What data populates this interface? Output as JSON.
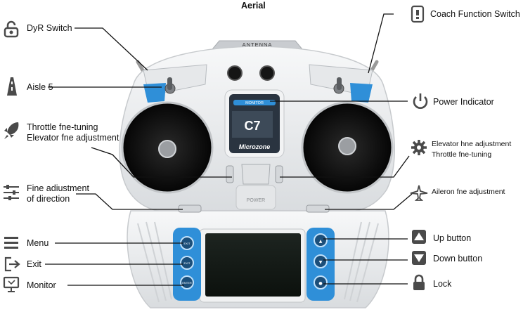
{
  "labels": {
    "aerial": "Aerial",
    "dyr_switch": "DyR Switch",
    "aisle5": "Aisle 5",
    "throttle_fine_tuning": "Throttle fne-tuning",
    "elevator_fine_adjustment": "Elevator fne adjustment",
    "fine_adjustment_direction_1": "Fine adiustment",
    "fine_adjustment_direction_2": "of direction",
    "menu": "Menu",
    "exit": "Exit",
    "monitor": "Monitor",
    "coach_function_switch": "Coach Function Switch",
    "power_indicator": "Power Indicator",
    "elevator_hne_adjustment": "Elevator hne adjustment",
    "throttle_fne_tuning_right": "Throttle fne-tuning",
    "aileron_fne_adjustment": "Aileron fne adjustment",
    "up_button": "Up button",
    "down_button": "Down button",
    "lock": "Lock"
  },
  "device": {
    "antenna_label": "ANTENNA",
    "brand": "Microzone",
    "model": "C7",
    "monitor_label": "MONITOR",
    "power_label": "POWER",
    "left_buttons": [
      "EXIT",
      "EXIT",
      "ENTER"
    ],
    "right_buttons": [
      "▲",
      "▼",
      "●"
    ]
  },
  "colors": {
    "accent_blue": "#2f8fd8",
    "body_white": "#eef0f2",
    "dark": "#111111",
    "icon_grey": "#4a4a4a"
  }
}
